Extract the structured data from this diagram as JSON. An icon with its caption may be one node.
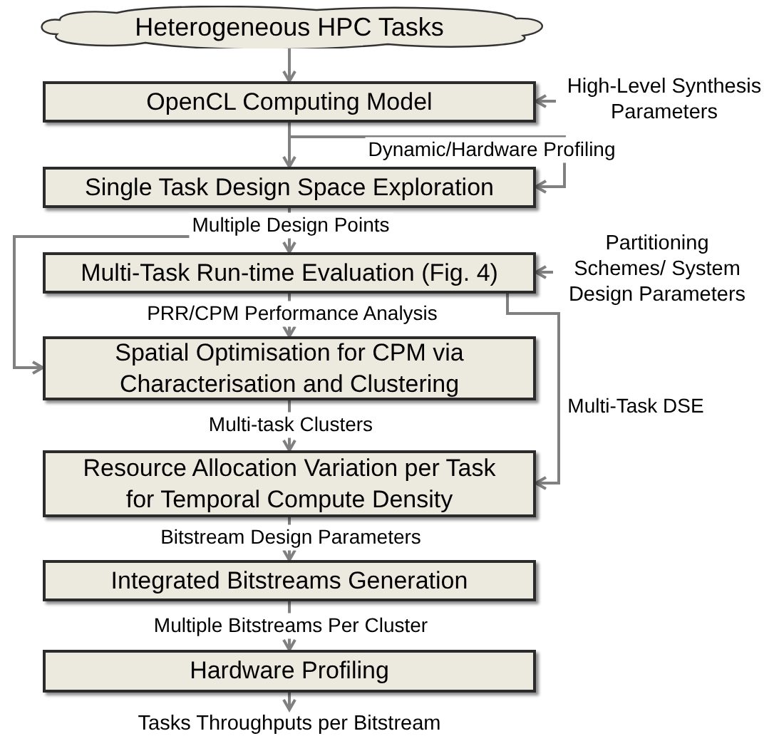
{
  "diagram": {
    "nodes": [
      {
        "text": [
          "Heterogeneous HPC Tasks"
        ]
      },
      {
        "text": [
          "OpenCL Computing Model"
        ]
      },
      {
        "text": [
          "Single Task Design Space Exploration"
        ]
      },
      {
        "text": [
          "Multi-Task Run-time Evaluation (Fig. 4)"
        ]
      },
      {
        "text": [
          "Spatial Optimisation for CPM via Characterisation and Clustering"
        ]
      },
      {
        "text": [
          "Resource Allocation Variation per Task for Temporal Compute Density"
        ]
      },
      {
        "text": [
          "Integrated Bitstreams Generation"
        ]
      },
      {
        "text": [
          "Hardware Profiling"
        ]
      },
      {
        "text": [
          "High-Level Synthesis Parameters"
        ]
      },
      {
        "text": [
          "Partitioning Schemes/ System Design Parameters"
        ]
      },
      {
        "text": [
          "Tasks Throughputs per Bitstream"
        ]
      }
    ],
    "edges": [
      {
        "from": 0,
        "to": 1,
        "arrow": "to"
      },
      {
        "from": 1,
        "to": 2,
        "arrow": "to"
      },
      {
        "from": 1,
        "to": 2,
        "arrow": "to",
        "label": "Dynamic/Hardware Profiling"
      },
      {
        "from": 8,
        "to": 1,
        "arrow": "to"
      },
      {
        "from": 2,
        "to": 3,
        "arrow": "to",
        "label": "Multiple Design Points"
      },
      {
        "from": 2,
        "to": 4,
        "arrow": "to"
      },
      {
        "from": 9,
        "to": 3,
        "arrow": "to"
      },
      {
        "from": 3,
        "to": 4,
        "arrow": "to",
        "label": "PRR/CPM Performance Analysis"
      },
      {
        "from": 3,
        "to": 5,
        "arrow": "to",
        "label": "Multi-Task DSE"
      },
      {
        "from": 4,
        "to": 5,
        "arrow": "to",
        "label": "Multi-task Clusters"
      },
      {
        "from": 5,
        "to": 6,
        "arrow": "to",
        "label": "Bitstream Design Parameters"
      },
      {
        "from": 6,
        "to": 7,
        "arrow": "to",
        "label": "Multiple Bitstreams Per Cluster"
      },
      {
        "from": 7,
        "to": 10,
        "arrow": "to"
      }
    ]
  }
}
